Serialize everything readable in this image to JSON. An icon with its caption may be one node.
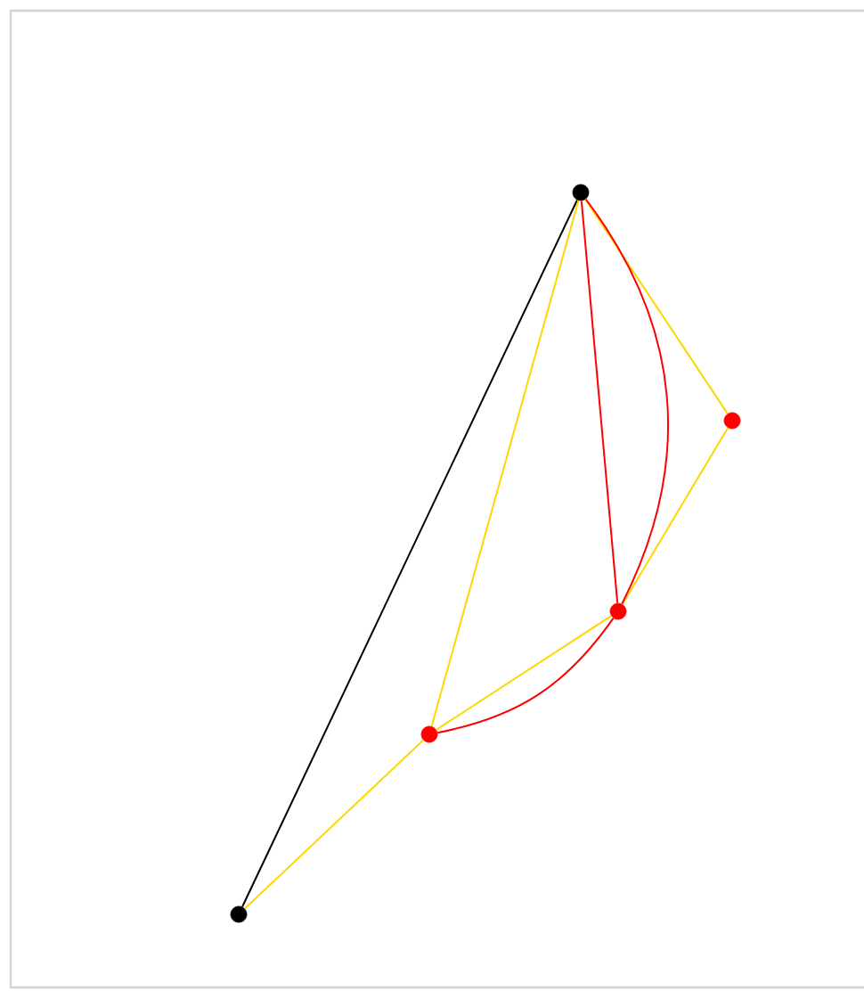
{
  "diagram": {
    "nodes": [
      {
        "text": [],
        "shape": "circle"
      },
      {
        "text": [],
        "shape": "circle"
      },
      {
        "text": [],
        "shape": "circle"
      },
      {
        "text": [],
        "shape": "circle"
      },
      {
        "text": [],
        "shape": "circle"
      }
    ],
    "edges": [
      {
        "from": 4,
        "to": 0,
        "arrow": "none",
        "color": "#000000"
      },
      {
        "from": 4,
        "to": 3,
        "arrow": "none"
      },
      {
        "from": 3,
        "to": 0,
        "arrow": "none"
      },
      {
        "from": 3,
        "to": 2,
        "arrow": "none"
      },
      {
        "from": 2,
        "to": 1,
        "arrow": "none"
      },
      {
        "from": 1,
        "to": 0,
        "arrow": "none"
      },
      {
        "from": 0,
        "to": 2,
        "arrow": "none",
        "color": "#ff0000"
      },
      {
        "from": 3,
        "to": 2,
        "arrow": "none",
        "color": "#ff0000"
      },
      {
        "from": 2,
        "to": 0,
        "arrow": "none",
        "color": "#ff0000"
      }
    ]
  }
}
